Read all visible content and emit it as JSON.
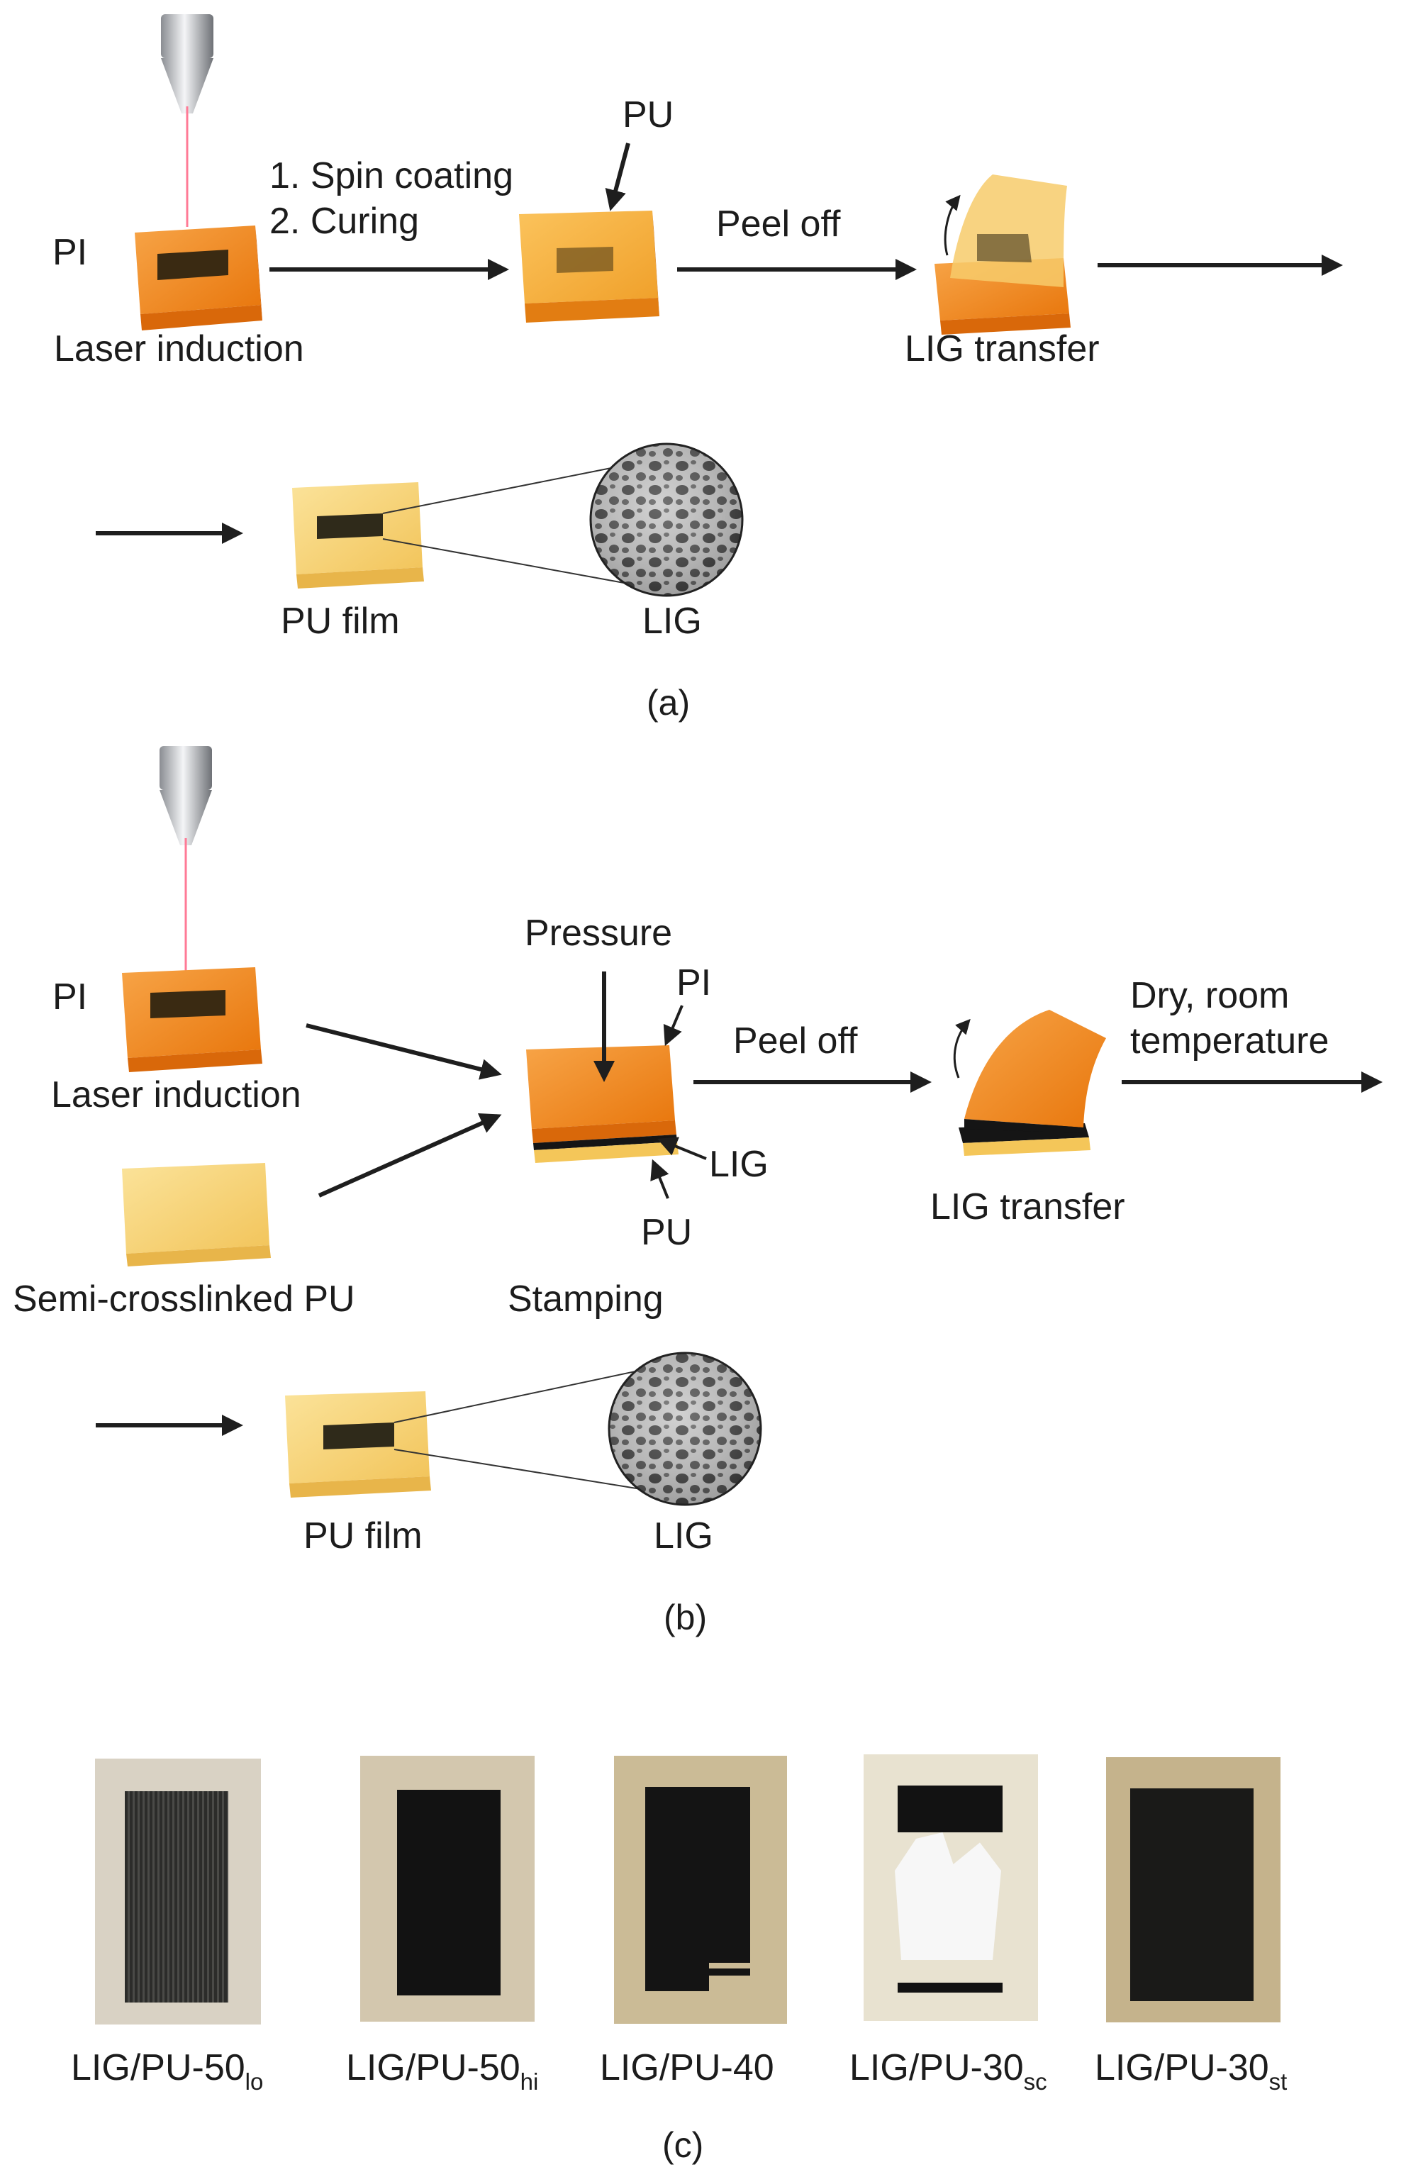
{
  "panel_a": {
    "pi_label": "PI",
    "laser_induction": "Laser induction",
    "step_1": "1.  Spin coating",
    "step_2": "2.  Curing",
    "pu_label": "PU",
    "peel_off": "Peel off",
    "lig_transfer": "LIG transfer",
    "pu_film": "PU film",
    "lig_label": "LIG",
    "caption": "(a)"
  },
  "panel_b": {
    "pi_label": "PI",
    "laser_induction": "Laser induction",
    "semi_crosslinked": "Semi-crosslinked PU",
    "pressure": "Pressure",
    "pi_stack_label": "PI",
    "lig_stack_label": "LIG",
    "pu_stack_label": "PU",
    "stamping": "Stamping",
    "peel_off": "Peel off",
    "lig_transfer": "LIG transfer",
    "dry_line1": "Dry, room",
    "dry_line2": "temperature",
    "pu_film": "PU film",
    "lig_label": "LIG",
    "caption": "(b)"
  },
  "panel_c": {
    "samples": [
      {
        "base": "LIG/PU-50",
        "sub": "lo"
      },
      {
        "base": "LIG/PU-50",
        "sub": "hi"
      },
      {
        "base": "LIG/PU-40",
        "sub": ""
      },
      {
        "base": "LIG/PU-30",
        "sub": "sc"
      },
      {
        "base": "LIG/PU-30",
        "sub": "st"
      }
    ],
    "caption": "(c)"
  },
  "colors": {
    "pi_orange": "#f08a1e",
    "pu_yellow": "#f6cf6e",
    "lig_dark": "#2b2416",
    "arrow": "#1e1e1e",
    "laser_beam": "#ff6a8a"
  }
}
